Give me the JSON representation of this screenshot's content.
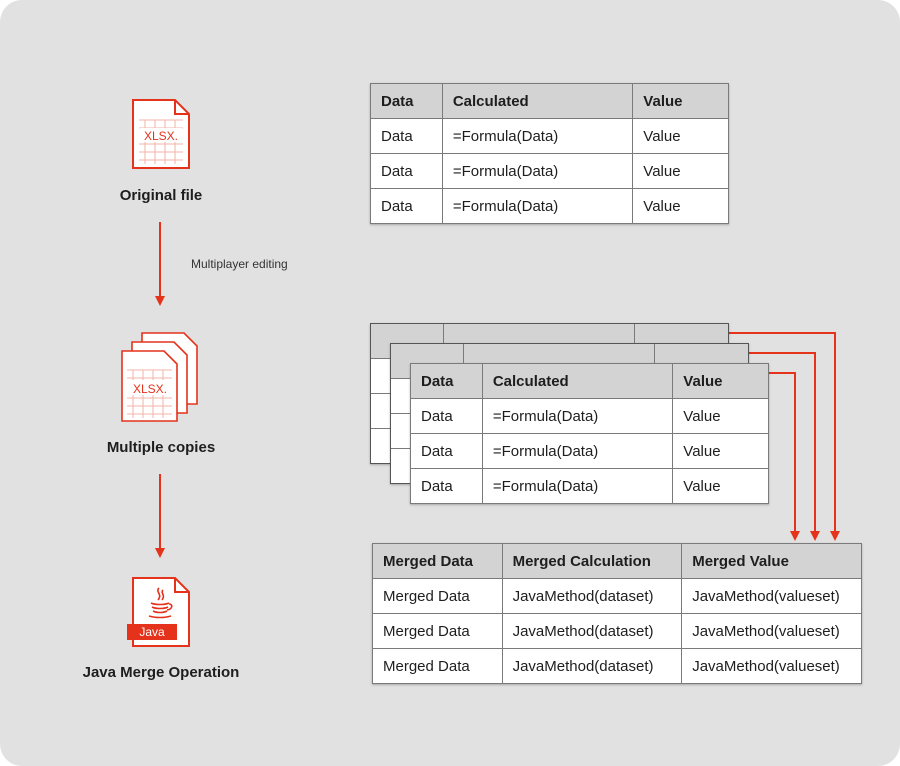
{
  "flow": {
    "original_file": "Original file",
    "edit_note": "Multiplayer editing",
    "multiple_copies": "Multiple copies",
    "java_merge": "Java Merge Operation",
    "xlsx_label": "XLSX.",
    "java_badge": "Java"
  },
  "colors": {
    "accent": "#e4321b",
    "header_gray": "#d3d3d3",
    "background": "#e1e1e1"
  },
  "source_table": {
    "headers": [
      "Data",
      "Calculated",
      "Value"
    ],
    "rows": [
      [
        "Data",
        "=Formula(Data)",
        "Value"
      ],
      [
        "Data",
        "=Formula(Data)",
        "Value"
      ],
      [
        "Data",
        "=Formula(Data)",
        "Value"
      ]
    ]
  },
  "copy_table": {
    "headers": [
      "Data",
      "Calculated",
      "Value"
    ],
    "rows": [
      [
        "Data",
        "=Formula(Data)",
        "Value"
      ],
      [
        "Data",
        "=Formula(Data)",
        "Value"
      ],
      [
        "Data",
        "=Formula(Data)",
        "Value"
      ]
    ]
  },
  "merged_table": {
    "headers": [
      "Merged Data",
      "Merged Calculation",
      "Merged Value"
    ],
    "rows": [
      [
        "Merged Data",
        "JavaMethod(dataset)",
        "JavaMethod(valueset)"
      ],
      [
        "Merged Data",
        "JavaMethod(dataset)",
        "JavaMethod(valueset)"
      ],
      [
        "Merged Data",
        "JavaMethod(dataset)",
        "JavaMethod(valueset)"
      ]
    ]
  }
}
